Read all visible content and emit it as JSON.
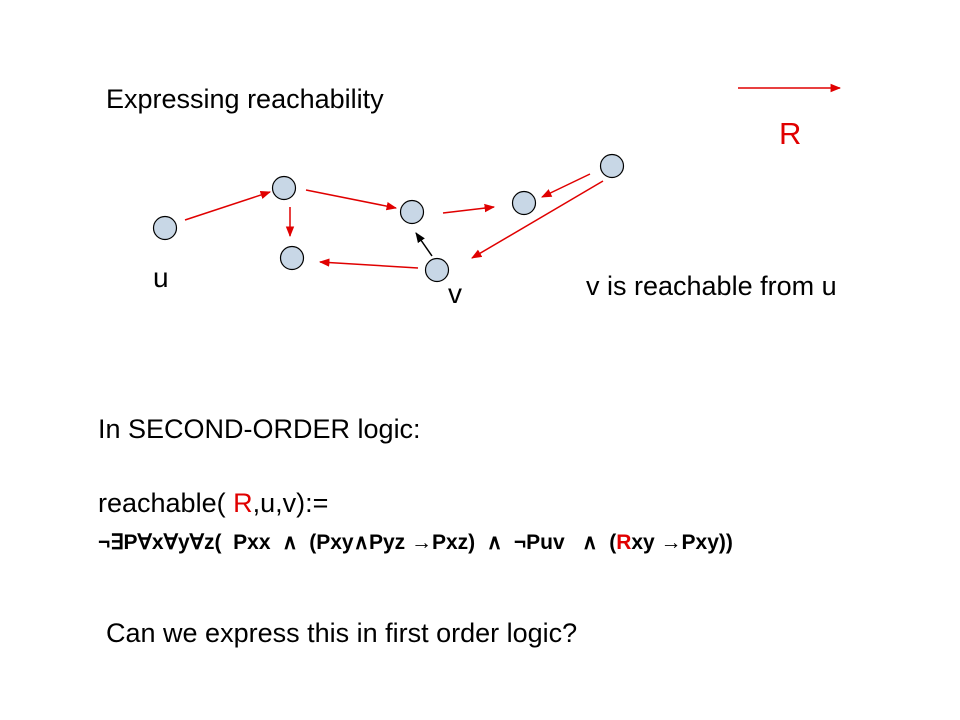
{
  "title": "Expressing reachability",
  "legend": {
    "label": "R"
  },
  "graph": {
    "node_color": "#c8d7e6",
    "edge_color": "#e00000",
    "black_edge_color": "#000000",
    "label_u": "u",
    "label_v": "v"
  },
  "caption": "v is reachable from u",
  "second_order_heading": "In SECOND-ORDER logic:",
  "definition": {
    "prefix": "reachable( ",
    "relation": "R",
    "suffix": ",u,v):="
  },
  "formula": {
    "part1": "¬∃P∀x∀y∀z(  Pxx  ∧  (Pxy∧Pyz →Pxz)  ∧  ¬Puv   ∧  (",
    "relation": "R",
    "part2": "xy →Pxy))"
  },
  "question": "Can we express this in first order logic?"
}
